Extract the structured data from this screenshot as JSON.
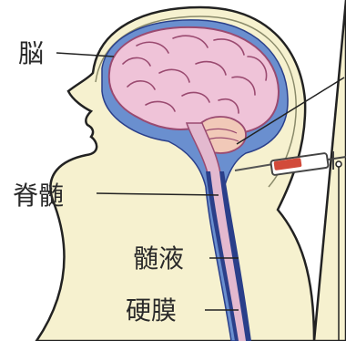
{
  "labels": {
    "brain": "脳",
    "spinal_cord": "脊髄",
    "csf": "髄液",
    "dura": "硬膜"
  },
  "colors": {
    "background": "#ffffff",
    "skin": "#f6f1cf",
    "outline": "#222222",
    "brain": "#efc3d8",
    "brain_stroke": "#9a4a70",
    "csf_blue": "#6a8fcf",
    "cord_dark": "#2a3f8a",
    "cord_pink": "#e3b9cf",
    "syringe_red": "#d24a3a"
  }
}
